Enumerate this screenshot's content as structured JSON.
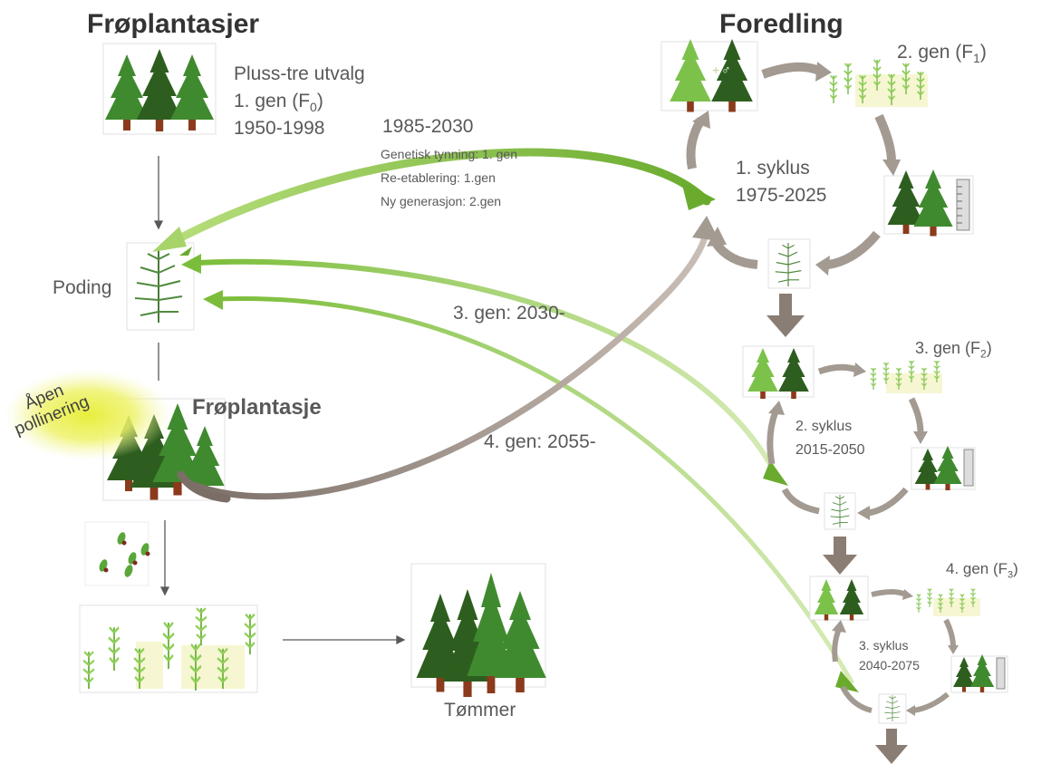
{
  "left_title": "Frøplantasjer",
  "right_title": "Foredling",
  "plus_tree": {
    "line1": "Pluss-tre utvalg",
    "line2": "1. gen (F",
    "line2_sub": "0",
    "line2_end": ")",
    "line3": "1950-1998"
  },
  "period_1985": {
    "title": "1985-2030",
    "lines": [
      "Genetisk tynning: 1. gen",
      "Re-etablering:  1.gen",
      "Ny generasjon: 2.gen"
    ]
  },
  "poding_label": "Poding",
  "open_pollination": {
    "line1": "Åpen",
    "line2": "pollinering"
  },
  "seed_orchard_label": "Frøplantasje",
  "gen3_arrow_label": "3. gen: 2030-",
  "gen4_arrow_label": "4. gen: 2055-",
  "timber_label": "Tømmer",
  "cycles": [
    {
      "gen_text": "2. gen (F",
      "gen_sub": "1",
      "gen_end": ")",
      "syklus": "1. syklus",
      "years": "1975-2025"
    },
    {
      "gen_text": "3. gen (F",
      "gen_sub": "2",
      "gen_end": ")",
      "syklus": "2. syklus",
      "years": "2015-2050"
    },
    {
      "gen_text": "4. gen (F",
      "gen_sub": "3",
      "gen_end": ")",
      "syklus": "3. syklus",
      "years": "2040-2075"
    }
  ],
  "colors": {
    "text": "#595959",
    "title": "#333333",
    "cycle_arrow": "#a39a92",
    "green_arrow": "#8dc63f",
    "glow": "#e8ee3c",
    "dark_tree": "#2e5e1f",
    "mid_tree": "#3f8a2e",
    "light_tree": "#7cc24a",
    "trunk": "#8b3a1c"
  }
}
